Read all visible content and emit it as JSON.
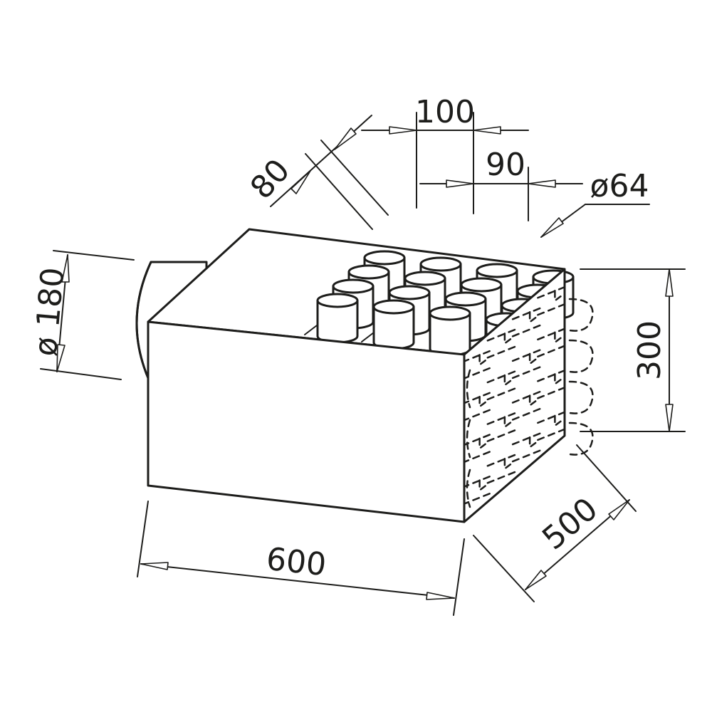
{
  "diagram": {
    "dimensions": {
      "length": "600",
      "depth": "500",
      "height": "300",
      "main_duct_diameter": "ø 180",
      "outlet_diameter": "ø64",
      "outlet_pitch_x": "100",
      "outlet_gap_x": "90",
      "outlet_pitch_y": "80"
    },
    "outlets": {
      "rows": 4,
      "columns": 4,
      "total": 16
    }
  }
}
